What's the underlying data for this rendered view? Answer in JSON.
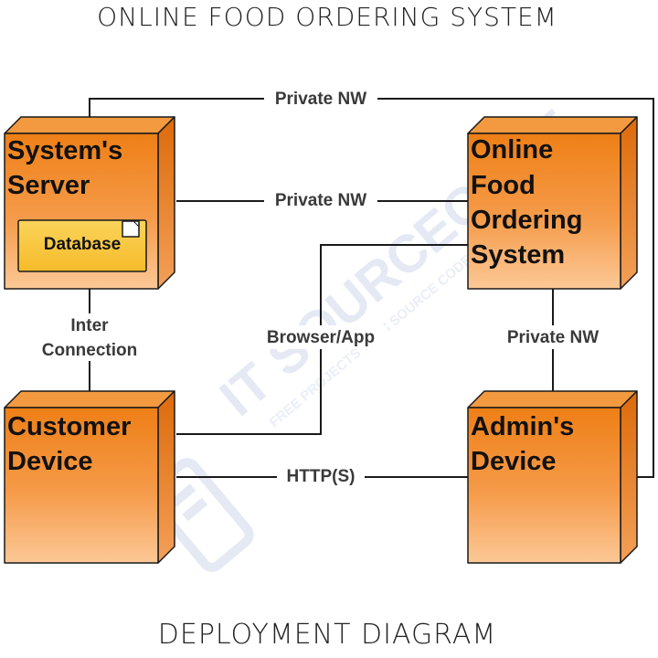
{
  "title": "ONLINE FOOD ORDERING SYSTEM",
  "subtitle": "DEPLOYMENT DIAGRAM",
  "watermark": {
    "brand": "IT SOURCECODE",
    "tagline": "FREE PROJECTS WITH SOURCE CODE"
  },
  "nodes": {
    "server": {
      "lines": [
        "System's",
        "Server"
      ]
    },
    "online_system": {
      "lines": [
        "Online",
        "Food",
        "Ordering",
        "System"
      ]
    },
    "customer": {
      "lines": [
        "Customer",
        "Device"
      ]
    },
    "admin": {
      "lines": [
        "Admin's",
        "Device"
      ]
    }
  },
  "component": {
    "label": "Database"
  },
  "edges": {
    "server_admin_top": "Private NW",
    "server_online": "Private NW",
    "inter_connection": [
      "Inter",
      "Connection"
    ],
    "browser_app": "Browser/App",
    "online_admin": "Private NW",
    "customer_admin": "HTTP(S)"
  },
  "colors": {
    "node_front_top": "#ee7f16",
    "node_front_bottom": "#fbc08c",
    "node_side": "#e06d0c",
    "node_top": "#f59a3c",
    "component_fill": "#f8c63a",
    "line": "#1a1a1a"
  }
}
